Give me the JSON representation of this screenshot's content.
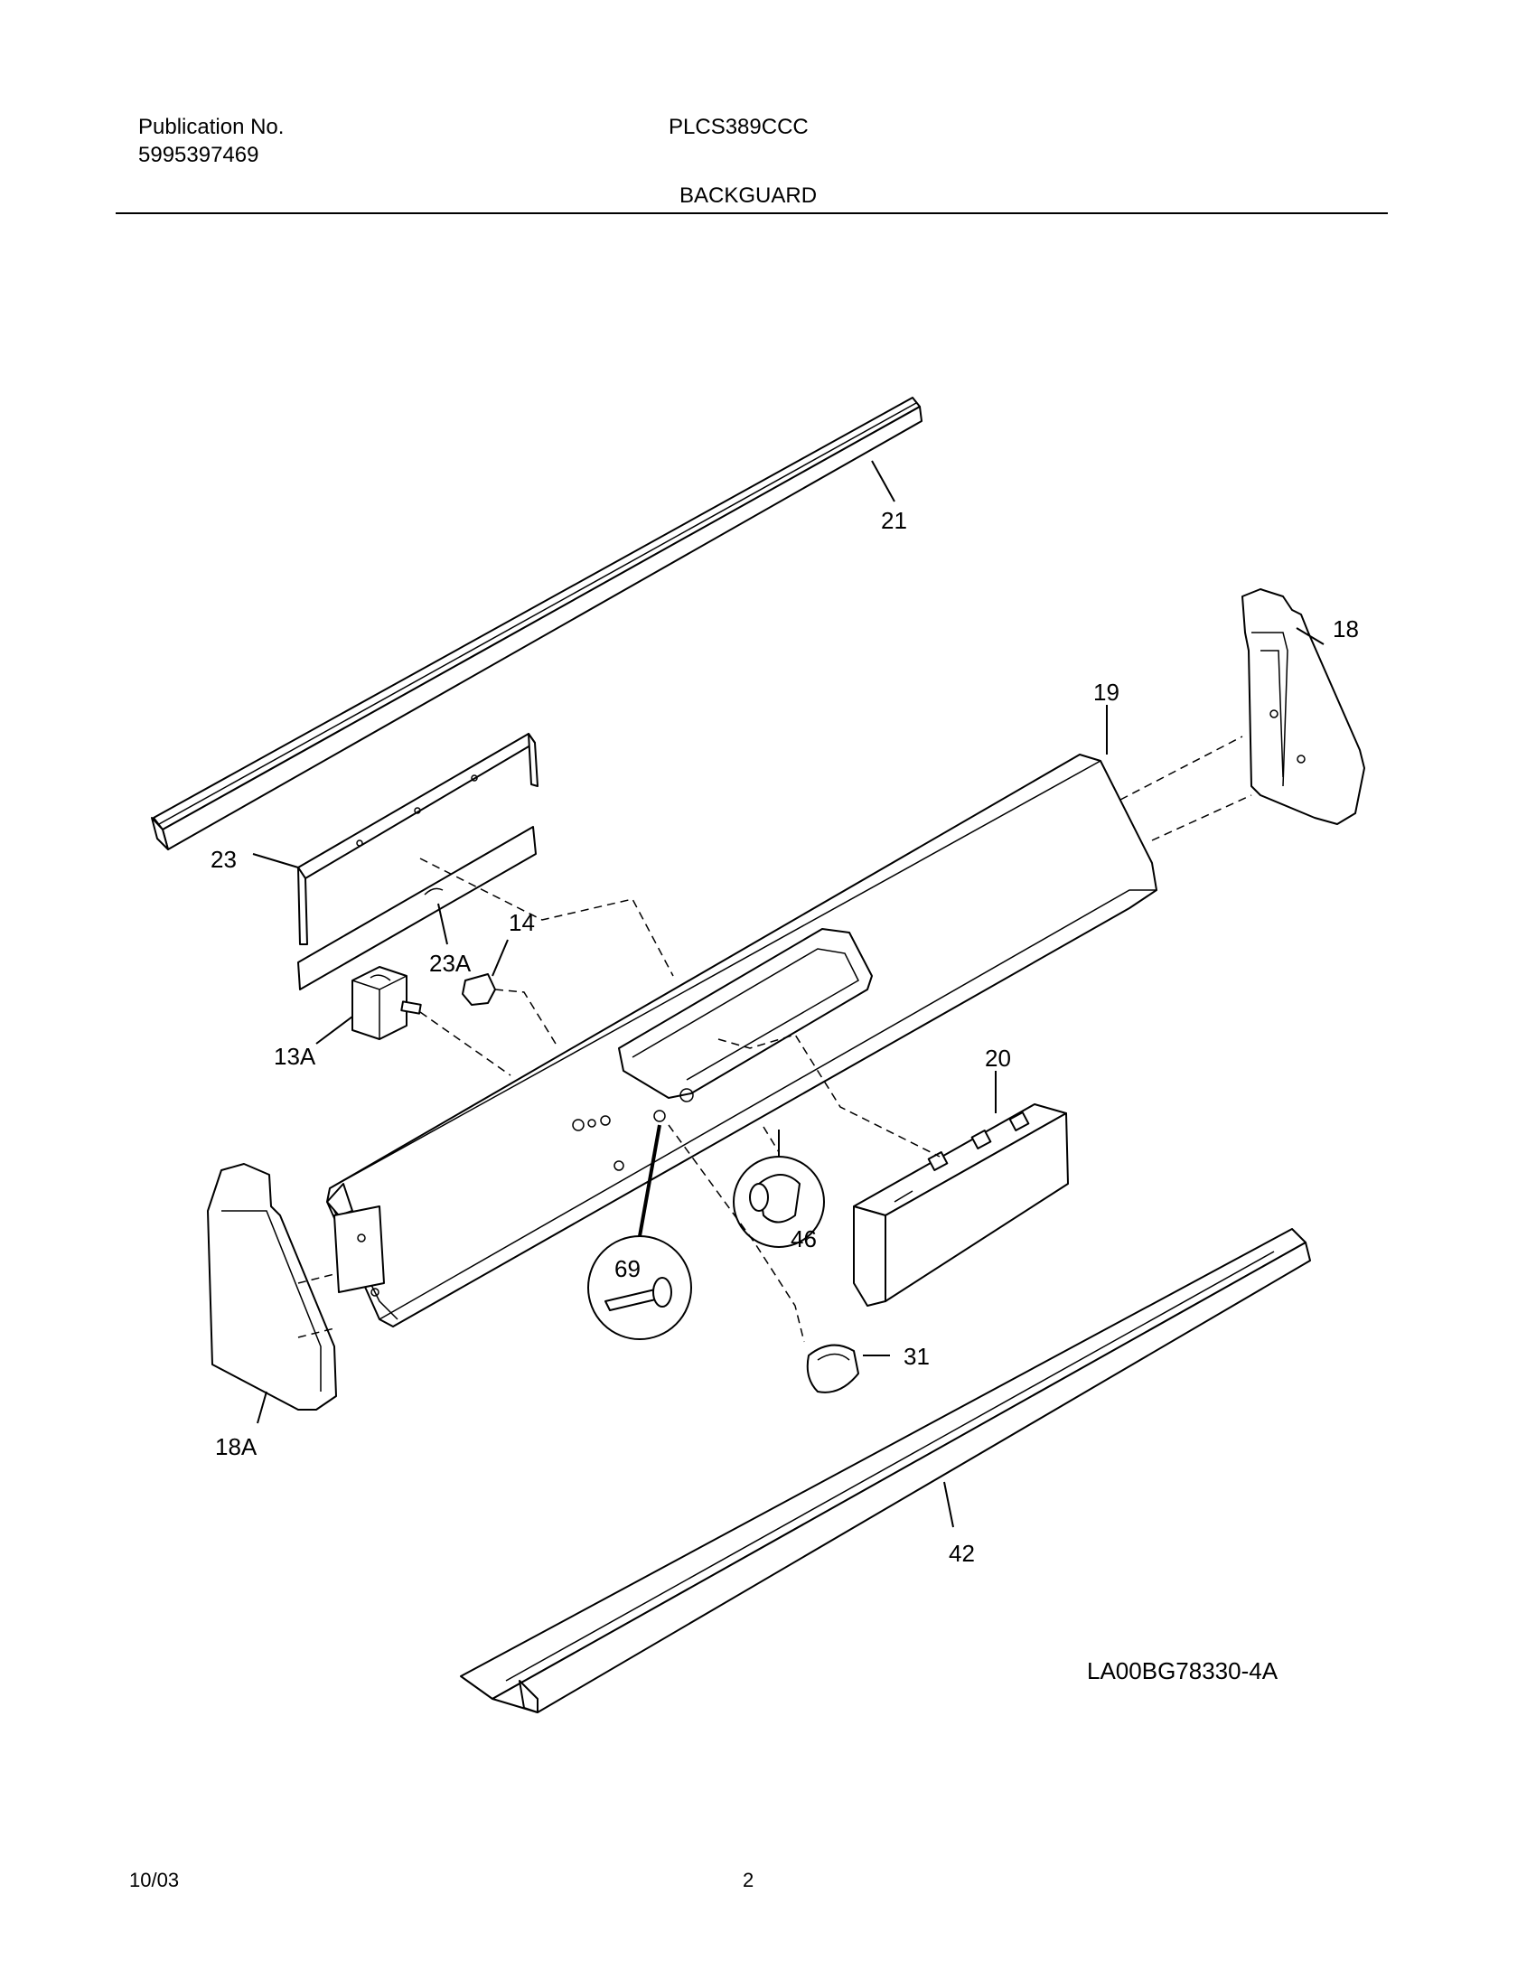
{
  "header": {
    "publication_label": "Publication No.",
    "publication_number": "5995397469",
    "model": "PLCS389CCC",
    "section_title": "BACKGUARD"
  },
  "callouts": {
    "c21": "21",
    "c18": "18",
    "c19": "19",
    "c23": "23",
    "c23a": "23A",
    "c14": "14",
    "c13a": "13A",
    "c20": "20",
    "c46": "46",
    "c69": "69",
    "c31": "31",
    "c18a": "18A",
    "c42": "42"
  },
  "footer": {
    "drawing_id": "LA00BG78330-4A",
    "date": "10/03",
    "page": "2"
  }
}
